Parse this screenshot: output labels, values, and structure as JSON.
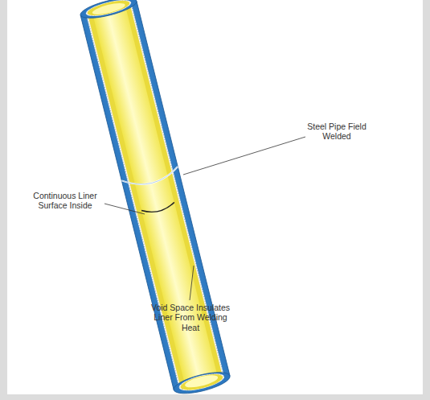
{
  "diagram": {
    "labels": [
      "Steel Pipe Field Welded",
      "Continuous Liner Surface Inside",
      "Void Space Insulates Liner From Welding Heat"
    ]
  }
}
